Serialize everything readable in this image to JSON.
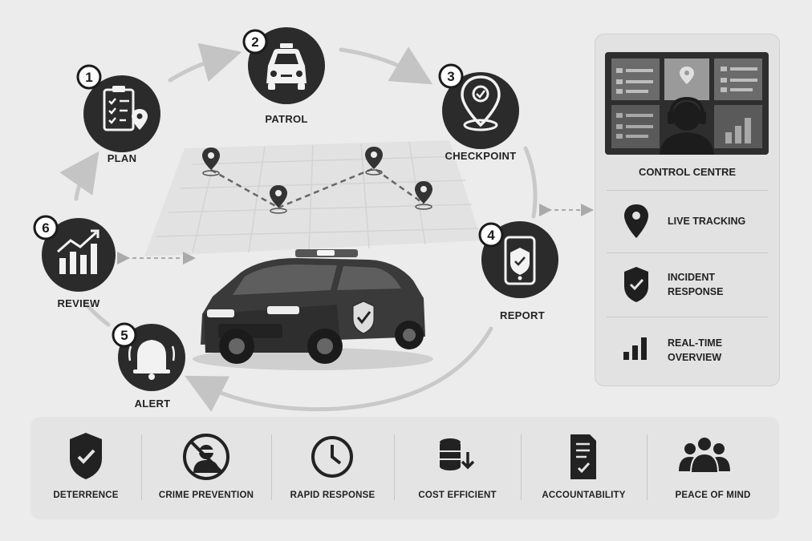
{
  "steps": [
    {
      "number": "1",
      "label": "PLAN"
    },
    {
      "number": "2",
      "label": "PATROL"
    },
    {
      "number": "3",
      "label": "CHECKPOINT"
    },
    {
      "number": "4",
      "label": "REPORT"
    },
    {
      "number": "5",
      "label": "ALERT"
    },
    {
      "number": "6",
      "label": "REVIEW"
    }
  ],
  "control_panel": {
    "title": "CONTROL CENTRE",
    "features": [
      {
        "icon": "location-pin-icon",
        "label": "LIVE TRACKING"
      },
      {
        "icon": "shield-check-icon",
        "label": "INCIDENT RESPONSE"
      },
      {
        "icon": "bar-chart-icon",
        "label": "REAL-TIME OVERVIEW"
      }
    ]
  },
  "benefits": [
    {
      "icon": "shield-check-icon",
      "label": "DETERRENCE"
    },
    {
      "icon": "no-burglar-icon",
      "label": "CRIME PREVENTION"
    },
    {
      "icon": "clock-icon",
      "label": "RAPID RESPONSE"
    },
    {
      "icon": "coins-down-icon",
      "label": "COST EFFICIENT"
    },
    {
      "icon": "checklist-document-icon",
      "label": "ACCOUNTABILITY"
    },
    {
      "icon": "people-group-icon",
      "label": "PEACE OF MIND"
    }
  ],
  "colors": {
    "background": "#ececec",
    "icon_circle": "#2b2b2b",
    "icon_fill": "#f2f2f2",
    "arrow": "#c9c9c9",
    "panel": "#e2e2e2"
  }
}
